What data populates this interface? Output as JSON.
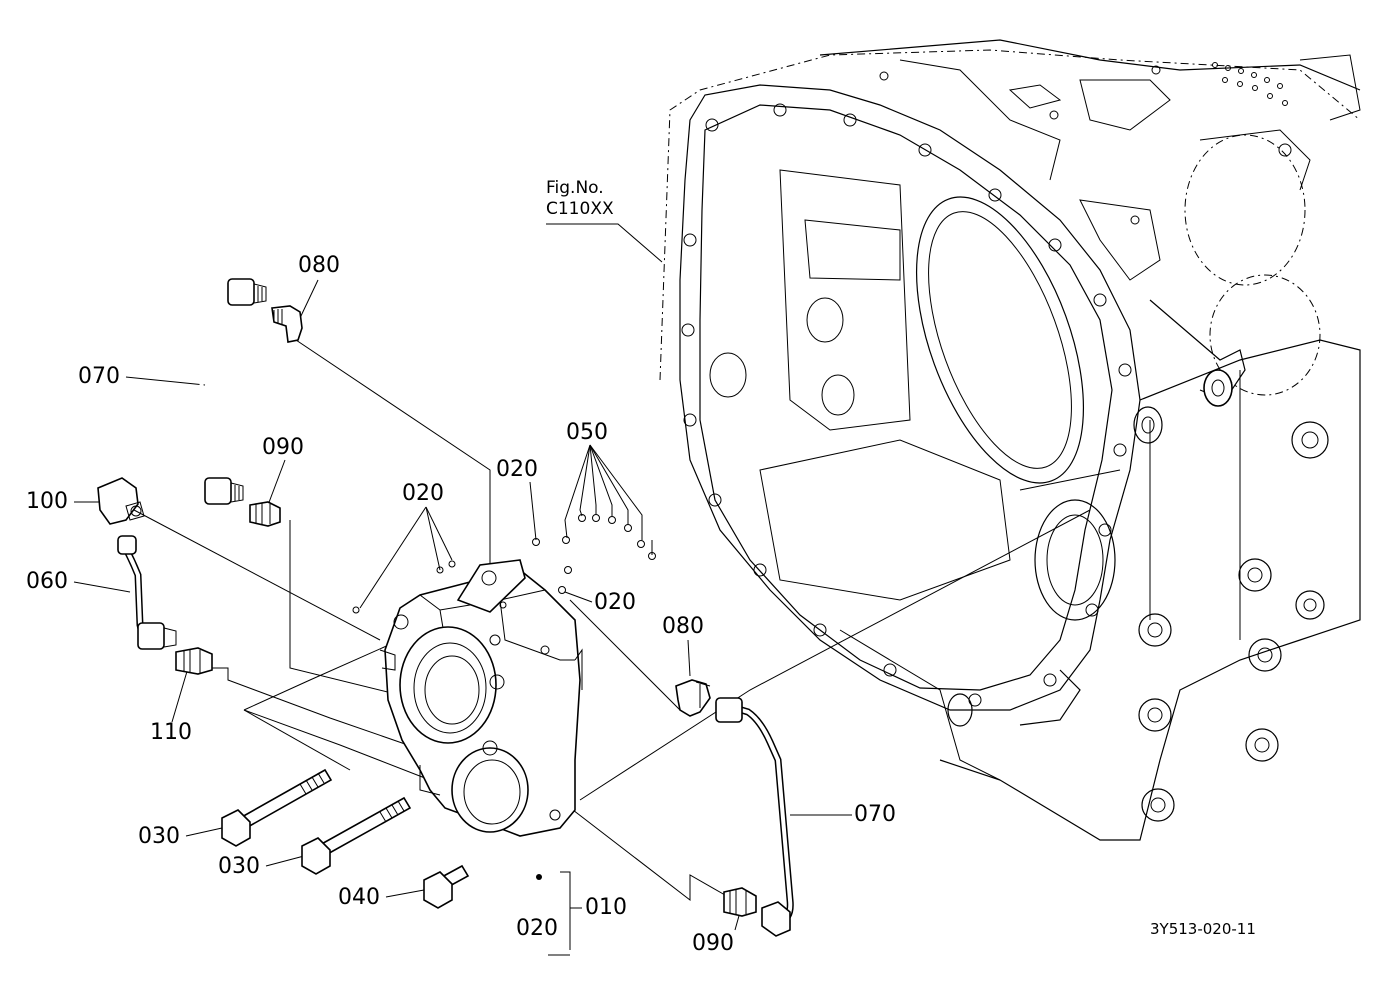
{
  "figure_ref": {
    "line1": "Fig.No.",
    "line2": "C110XX"
  },
  "drawing_code": "3Y513-020-11",
  "callouts": [
    {
      "id": "lbl-080-top",
      "text": "080"
    },
    {
      "id": "lbl-070-left",
      "text": "070"
    },
    {
      "id": "lbl-090-left",
      "text": "090"
    },
    {
      "id": "lbl-100",
      "text": "100"
    },
    {
      "id": "lbl-060",
      "text": "060"
    },
    {
      "id": "lbl-110",
      "text": "110"
    },
    {
      "id": "lbl-020-a",
      "text": "020"
    },
    {
      "id": "lbl-020-b",
      "text": "020"
    },
    {
      "id": "lbl-050",
      "text": "050"
    },
    {
      "id": "lbl-020-c",
      "text": "020"
    },
    {
      "id": "lbl-080-right",
      "text": "080"
    },
    {
      "id": "lbl-070-right",
      "text": "070"
    },
    {
      "id": "lbl-030-a",
      "text": "030"
    },
    {
      "id": "lbl-030-b",
      "text": "030"
    },
    {
      "id": "lbl-040",
      "text": "040"
    },
    {
      "id": "lbl-010",
      "text": "010"
    },
    {
      "id": "lbl-020-d",
      "text": "020"
    },
    {
      "id": "lbl-090-right",
      "text": "090"
    }
  ]
}
